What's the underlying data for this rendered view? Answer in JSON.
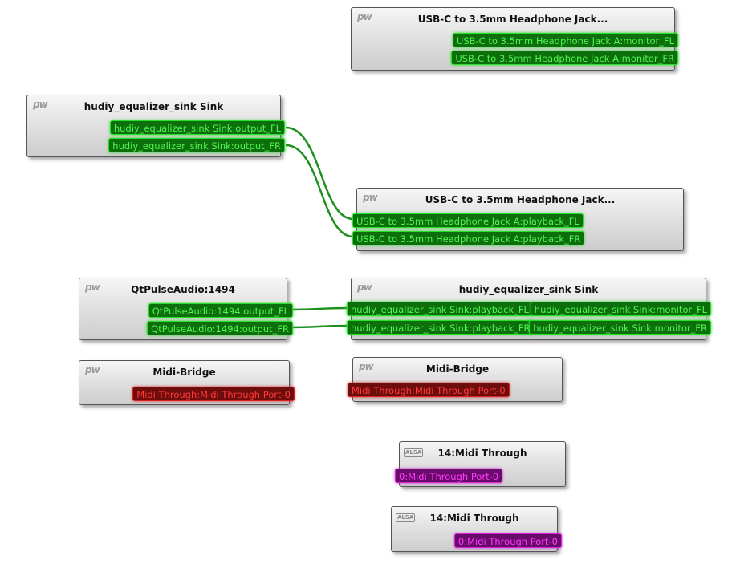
{
  "nodes": {
    "usbc_monitor": {
      "badge": "pw",
      "title": "USB-C to 3.5mm Headphone Jack...",
      "ports": [
        "USB-C to 3.5mm Headphone Jack A:monitor_FL",
        "USB-C to 3.5mm Headphone Jack A:monitor_FR"
      ]
    },
    "eq_sink_out": {
      "badge": "pw",
      "title": "hudiy_equalizer_sink Sink",
      "ports": [
        "hudiy_equalizer_sink Sink:output_FL",
        "hudiy_equalizer_sink Sink:output_FR"
      ]
    },
    "usbc_playback": {
      "badge": "pw",
      "title": "USB-C to 3.5mm Headphone Jack...",
      "ports": [
        "USB-C to 3.5mm Headphone Jack A:playback_FL",
        "USB-C to 3.5mm Headphone Jack A:playback_FR"
      ]
    },
    "qtpulse": {
      "badge": "pw",
      "title": "QtPulseAudio:1494",
      "ports": [
        "QtPulseAudio:1494:output_FL",
        "QtPulseAudio:1494:output_FR"
      ]
    },
    "eq_sink_in": {
      "badge": "pw",
      "title": "hudiy_equalizer_sink Sink",
      "inputs": [
        "hudiy_equalizer_sink Sink:playback_FL",
        "hudiy_equalizer_sink Sink:playback_FR"
      ],
      "outputs": [
        "hudiy_equalizer_sink Sink:monitor_FL",
        "hudiy_equalizer_sink Sink:monitor_FR"
      ]
    },
    "midi_bridge_out": {
      "badge": "pw",
      "title": "Midi-Bridge",
      "ports": [
        "Midi Through:Midi Through Port-0"
      ]
    },
    "midi_bridge_in": {
      "badge": "pw",
      "title": "Midi-Bridge",
      "ports": [
        "Midi Through:Midi Through Port-0"
      ]
    },
    "alsa_midi_in": {
      "badge": "ALSA",
      "title": "14:Midi Through",
      "ports": [
        "0:Midi Through Port-0"
      ]
    },
    "alsa_midi_out": {
      "badge": "ALSA",
      "title": "14:Midi Through",
      "ports": [
        "0:Midi Through Port-0"
      ]
    }
  },
  "colors": {
    "audio_port": "#0c6f0c",
    "midi_port": "#6f0c0c",
    "alsa_port": "#6a0a6a",
    "wire": "#1f8f1f"
  },
  "icons": {
    "pipewire": "pw-icon",
    "alsa": "alsa-icon"
  }
}
